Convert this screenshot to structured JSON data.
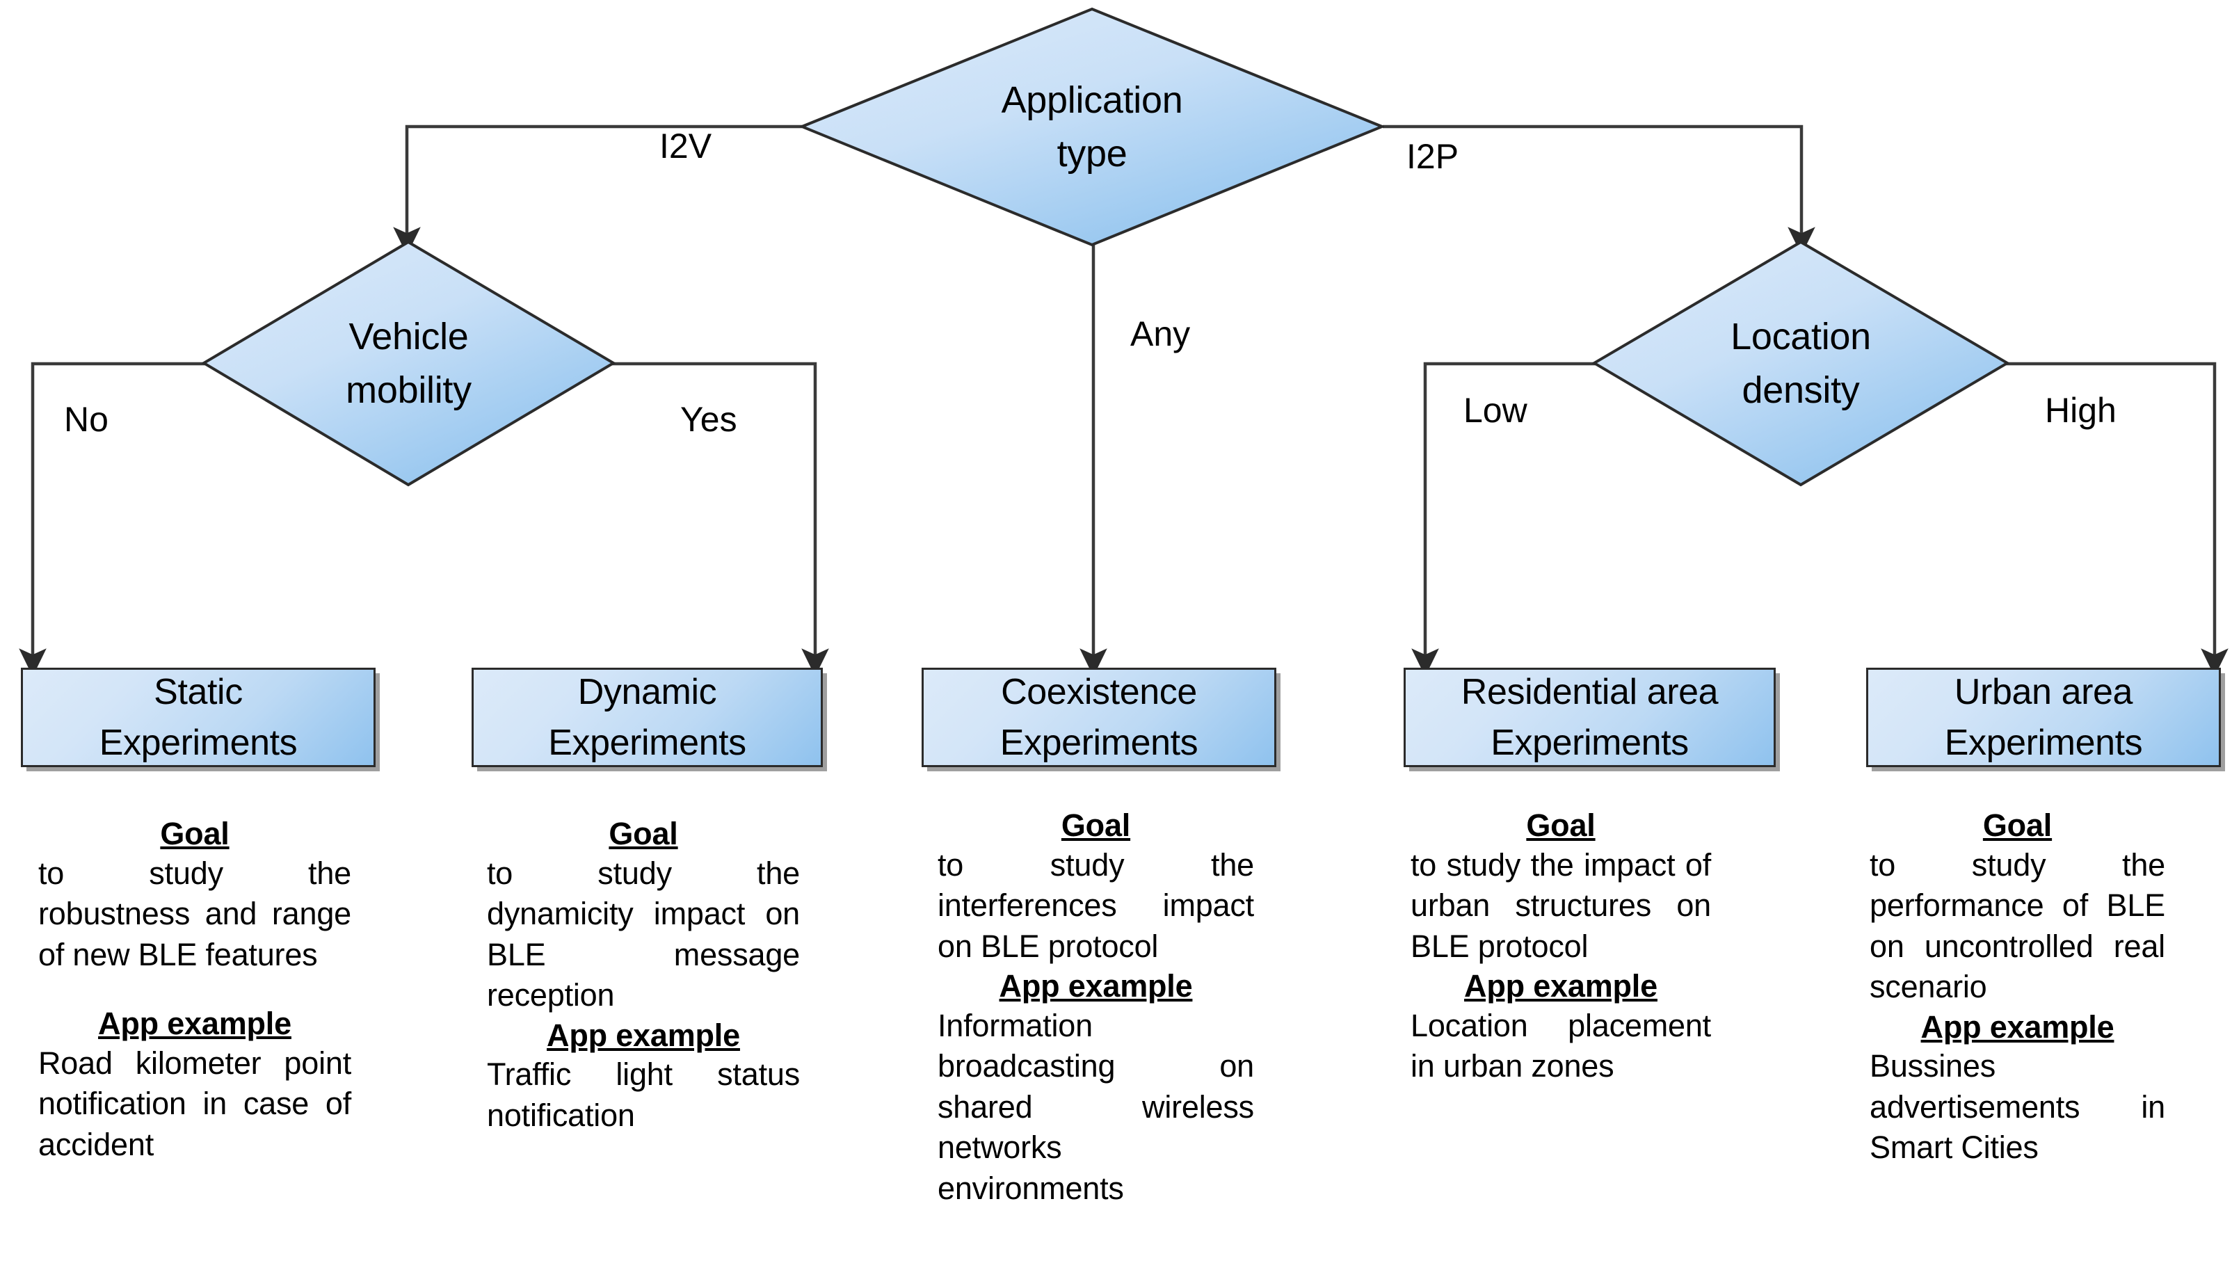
{
  "diagram": {
    "type": "decision-tree-flowchart",
    "root": {
      "id": "application-type",
      "shape": "diamond",
      "label": "Application\ntype"
    },
    "decisions": [
      {
        "id": "vehicle-mobility",
        "shape": "diamond",
        "label": "Vehicle\nmobility"
      },
      {
        "id": "location-density",
        "shape": "diamond",
        "label": "Location\ndensity"
      }
    ],
    "edge_labels": {
      "i2v": "I2V",
      "any": "Any",
      "i2p": "I2P",
      "no": "No",
      "yes": "Yes",
      "low": "Low",
      "high": "High"
    },
    "terminals": [
      {
        "id": "static",
        "label": "Static\nExperiments"
      },
      {
        "id": "dynamic",
        "label": "Dynamic\nExperiments"
      },
      {
        "id": "coexistence",
        "label": "Coexistence\nExperiments"
      },
      {
        "id": "residential",
        "label": "Residential area\nExperiments"
      },
      {
        "id": "urban",
        "label": "Urban area\nExperiments"
      }
    ],
    "section_headings": {
      "goal": "Goal",
      "app_example": "App example"
    },
    "descriptions": [
      {
        "id": "static",
        "goal_heading": "Goal",
        "goal_text": "to study the robustness and range of new BLE features",
        "app_heading": "App example",
        "app_text": "Road kilometer point notification in case of accident"
      },
      {
        "id": "dynamic",
        "goal_heading": "Goal",
        "goal_text": "to study the dynamicity impact on BLE message reception",
        "app_heading": "App example",
        "app_text": "Traffic light status notification"
      },
      {
        "id": "coexistence",
        "goal_heading": "Goal",
        "goal_text": "to study the interferences impact on BLE protocol",
        "app_heading": "App example",
        "app_text": "Information broadcasting on shared wireless networks environments"
      },
      {
        "id": "residential",
        "goal_heading": "Goal",
        "goal_text": "to study the impact of urban structures on BLE protocol",
        "app_heading": "App example",
        "app_text": "Location placement in urban zones"
      },
      {
        "id": "urban",
        "goal_heading": "Goal",
        "goal_text": "to study the performance of BLE on uncontrolled real scenario",
        "app_heading": "App example",
        "app_text": "Bussines advertisements in Smart Cities"
      }
    ],
    "colors": {
      "node_fill_light": "#dceaf9",
      "node_fill_dark": "#8fc2ee",
      "node_stroke": "#2b2b2b",
      "connector": "#3a3a3a",
      "text": "#000000",
      "background": "#ffffff"
    }
  }
}
